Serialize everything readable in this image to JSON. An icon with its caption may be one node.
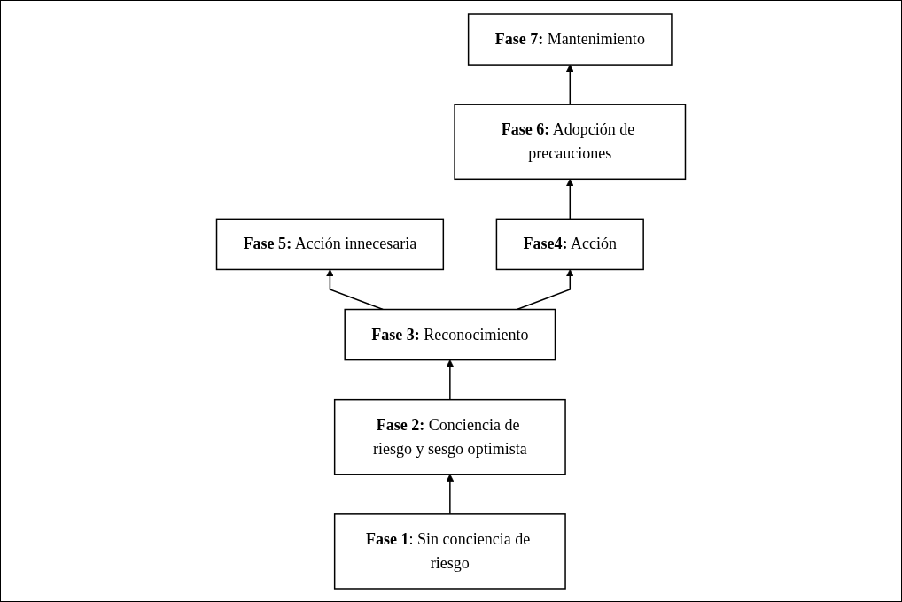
{
  "diagram": {
    "nodes": [
      {
        "text": [
          "**Fase 7:** Mantenimiento"
        ]
      },
      {
        "text": [
          "**Fase 6:** Adopción de precauciones"
        ]
      },
      {
        "text": [
          "**Fase 5:** Acción innecesaria"
        ]
      },
      {
        "text": [
          "**Fase4:** Acción"
        ]
      },
      {
        "text": [
          "**Fase 3:** Reconocimiento"
        ]
      },
      {
        "text": [
          "**Fase 2:** Conciencia de riesgo y sesgo optimista"
        ]
      },
      {
        "text": [
          "**Fase 1**: Sin conciencia de riesgo"
        ]
      }
    ],
    "edges": [
      {
        "from": 6,
        "to": 5,
        "arrow": "to"
      },
      {
        "from": 5,
        "to": 4,
        "arrow": "to"
      },
      {
        "from": 4,
        "to": 3,
        "arrow": "to"
      },
      {
        "from": 4,
        "to": 2,
        "arrow": "to"
      },
      {
        "from": 3,
        "to": 1,
        "arrow": "to"
      },
      {
        "from": 1,
        "to": 0,
        "arrow": "to"
      }
    ]
  }
}
